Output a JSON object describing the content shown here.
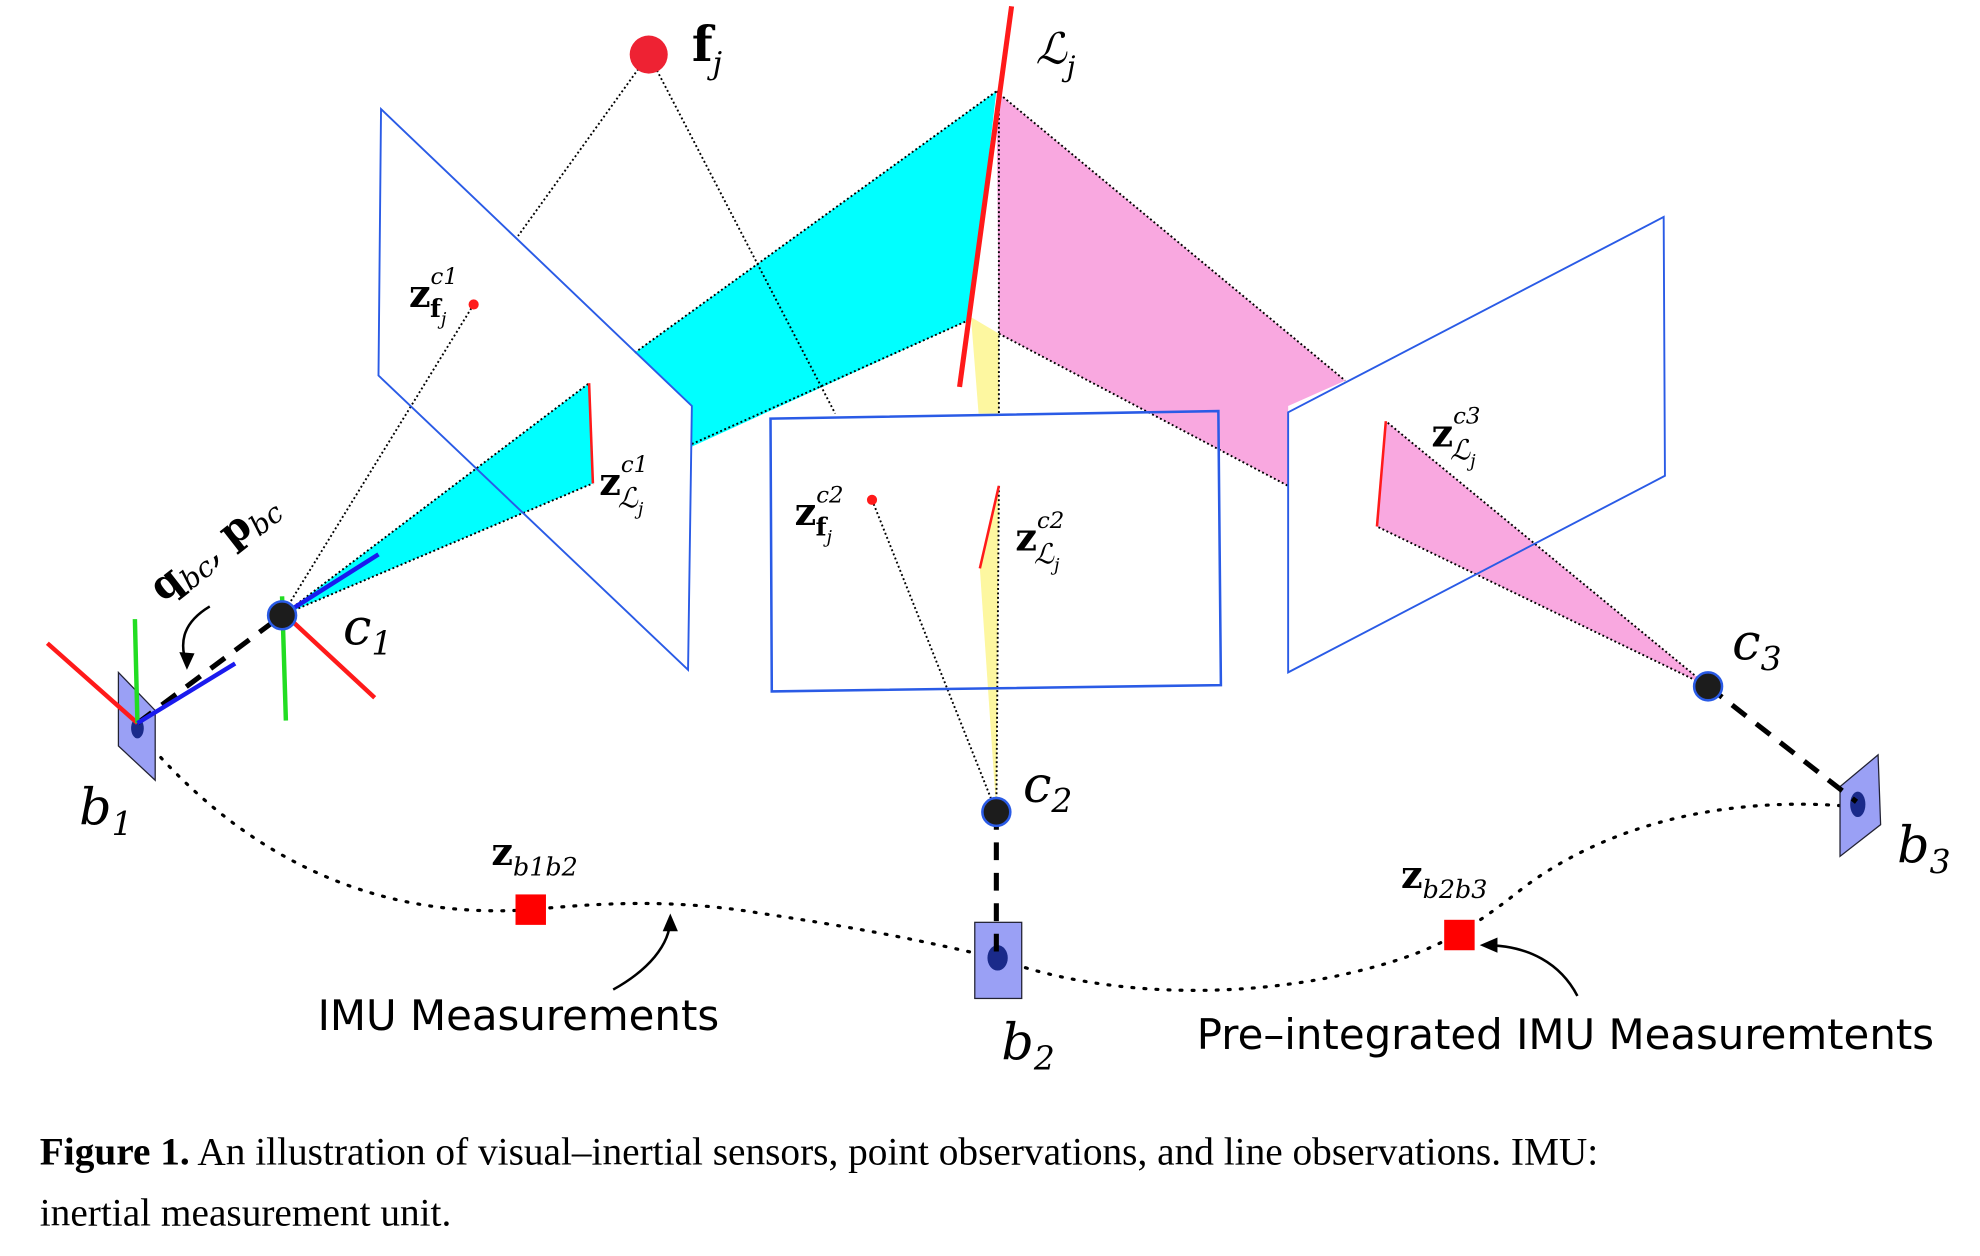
{
  "figure": {
    "labels": {
      "feature_point": {
        "base": "f",
        "sub": "j"
      },
      "line_feature": {
        "base": "ℒ",
        "sub": "j"
      },
      "z_f_c1": {
        "base": "z",
        "sub": "f",
        "subsub": "j",
        "sup": "c1"
      },
      "z_L_c1": {
        "base": "z",
        "sub": "ℒ",
        "subsub": "j",
        "sup": "c1"
      },
      "z_f_c2": {
        "base": "z",
        "sub": "f",
        "subsub": "j",
        "sup": "c2"
      },
      "z_L_c2": {
        "base": "z",
        "sub": "ℒ",
        "subsub": "j",
        "sup": "c2"
      },
      "z_L_c3": {
        "base": "z",
        "sub": "ℒ",
        "subsub": "j",
        "sup": "c3"
      },
      "c1": {
        "base": "c",
        "sub": "1"
      },
      "c2": {
        "base": "c",
        "sub": "2"
      },
      "c3": {
        "base": "c",
        "sub": "3"
      },
      "b1": {
        "base": "b",
        "sub": "1"
      },
      "b2": {
        "base": "b",
        "sub": "2"
      },
      "b3": {
        "base": "b",
        "sub": "3"
      },
      "extrinsics": {
        "q": "q",
        "q_sub": "bc",
        "sep": ", ",
        "p": "p",
        "p_sub": "bc"
      },
      "z_b1b2": {
        "base": "z",
        "sub": "b1b2"
      },
      "z_b2b3": {
        "base": "z",
        "sub": "b2b3"
      },
      "imu_measurements": "IMU Measurements",
      "preintegrated": "Pre–integrated IMU Measuremtents"
    },
    "colors": {
      "cyan": "#00ffff",
      "pink": "#f9a8e0",
      "yellow": "#fdf7a0",
      "plane": "#2a5be6",
      "red": "#ff1a1a",
      "body_frame": "#9aa0f5"
    }
  },
  "caption": {
    "label": "Figure 1.",
    "text": " An illustration of visual–inertial sensors, point observations, and line observations. IMU:",
    "text2": "inertial measurement unit."
  }
}
